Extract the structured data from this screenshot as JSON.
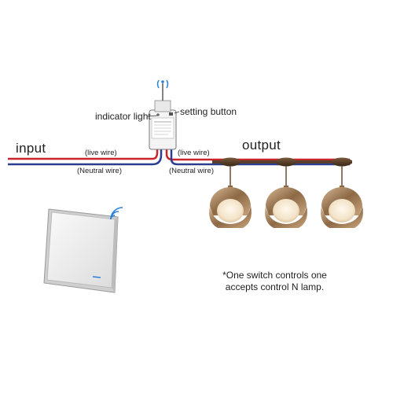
{
  "labels": {
    "input": "input",
    "output": "output",
    "indicator_light": "indicator light",
    "setting_button": "setting button",
    "live_wire_left": "(live wire)",
    "neutral_wire_left": "(Neutral wire)",
    "live_wire_right": "(live wire)",
    "neutral_wire_right": "(Neutral wire)"
  },
  "note": {
    "line1": "*One switch controls one",
    "line2": "accepts control N lamp."
  },
  "colors": {
    "live_wire": "#c8262b",
    "neutral_wire": "#2b3d8f",
    "lamp_brass": "#a07a55",
    "lamp_glow": "#f3e3c8",
    "switch_panel": "#f0f0f0",
    "signal": "#2a7fd6"
  },
  "icons": {
    "antenna": "antenna-icon",
    "receiver": "receiver-module",
    "switch": "wireless-wall-switch",
    "wifi": "wifi-signal-icon",
    "lamp": "pendant-lamp-icon"
  },
  "lamp_count": 3
}
